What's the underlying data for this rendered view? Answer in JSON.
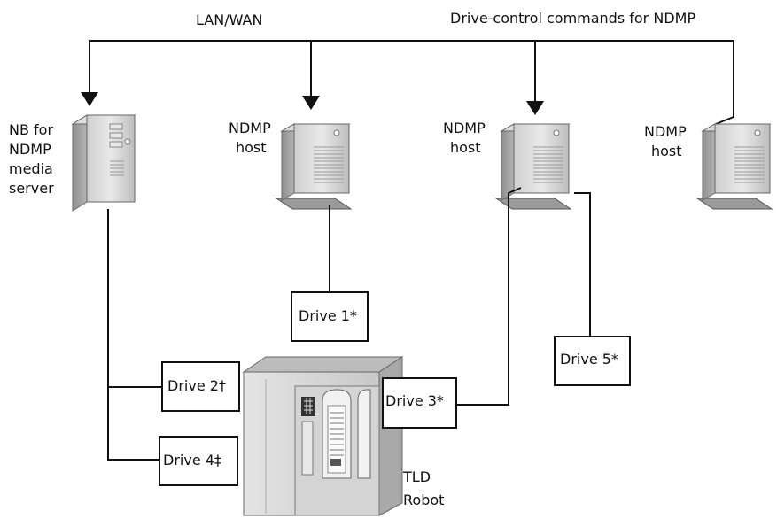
{
  "network": {
    "lan_label": "LAN/WAN",
    "commands_label": "Drive-control commands for NDMP"
  },
  "media_server": {
    "label_lines": [
      "NB for",
      "NDMP",
      "media",
      "server"
    ]
  },
  "hosts": [
    {
      "label_lines": [
        "NDMP",
        "host"
      ]
    },
    {
      "label_lines": [
        "NDMP",
        "host"
      ]
    },
    {
      "label_lines": [
        "NDMP",
        "host"
      ]
    }
  ],
  "drives": {
    "drive1": "Drive 1*",
    "drive2": "Drive 2†",
    "drive3": "Drive 3*",
    "drive4": "Drive 4‡",
    "drive5": "Drive 5*"
  },
  "robot": {
    "label_lines": [
      "TLD",
      "Robot"
    ]
  },
  "icons": [
    "server-icon",
    "tape-library-icon",
    "arrow-down-icon"
  ]
}
